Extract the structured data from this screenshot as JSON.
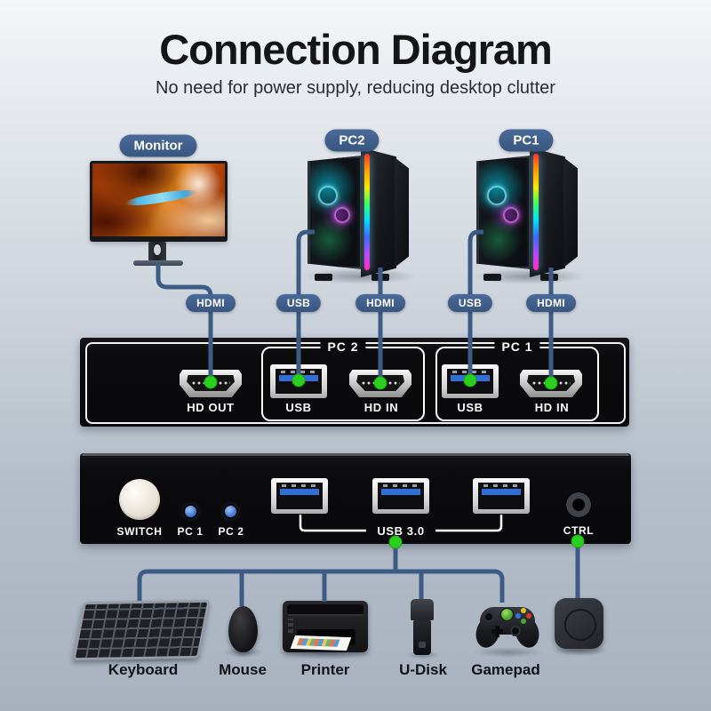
{
  "header": {
    "title": "Connection Diagram",
    "subtitle": "No need for power supply, reducing desktop clutter"
  },
  "labels": {
    "monitor": "Monitor",
    "pc2": "PC2",
    "pc1": "PC1"
  },
  "cable_badges": {
    "monitor_hdmi": "HDMI",
    "pc2_usb": "USB",
    "pc2_hdmi": "HDMI",
    "pc1_usb": "USB",
    "pc1_hdmi": "HDMI"
  },
  "rear_panel": {
    "hd_out": "HD OUT",
    "pc2_group": "PC 2",
    "pc2_usb": "USB",
    "pc2_hdmi": "HD IN",
    "pc1_group": "PC 1",
    "pc1_usb": "USB",
    "pc1_hdmi": "HD IN"
  },
  "front_panel": {
    "switch": "SWITCH",
    "led1": "PC 1",
    "led2": "PC 2",
    "usb_group": "USB 3.0",
    "ctrl": "CTRL"
  },
  "peripherals": {
    "keyboard": "Keyboard",
    "mouse": "Mouse",
    "printer": "Printer",
    "udisk": "U-Disk",
    "gamepad": "Gamepad"
  },
  "colors": {
    "badge": "#3e5e8e",
    "cable": "#3c5c86",
    "connector_dot": "#2bd01f",
    "led": "#3f76d2",
    "usb_tab": "#2f6fd6",
    "title_text": "#151515"
  }
}
